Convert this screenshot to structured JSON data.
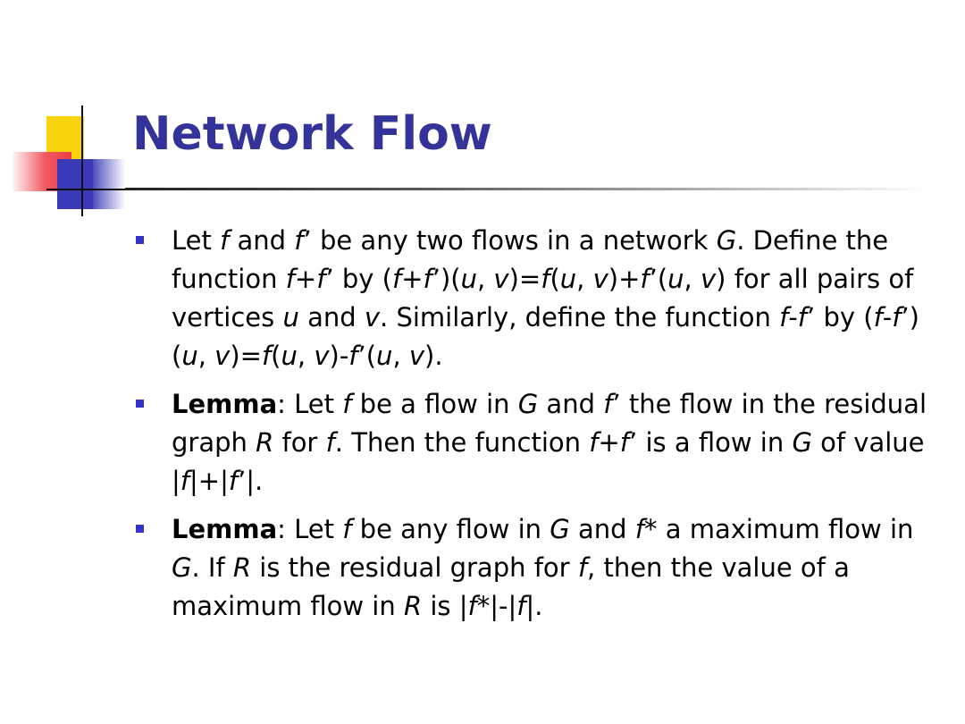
{
  "slide": {
    "title": "Network Flow",
    "bullets": [
      {
        "segments": [
          {
            "t": "Let "
          },
          {
            "t": "f",
            "i": true
          },
          {
            "t": " and "
          },
          {
            "t": "f",
            "i": true
          },
          {
            "t": "’ be any two flows in a network "
          },
          {
            "t": "G",
            "i": true
          },
          {
            "t": ". Define the function "
          },
          {
            "t": "f",
            "i": true
          },
          {
            "t": "+"
          },
          {
            "t": "f",
            "i": true
          },
          {
            "t": "’ by ("
          },
          {
            "t": "f",
            "i": true
          },
          {
            "t": "+"
          },
          {
            "t": "f",
            "i": true
          },
          {
            "t": "’)("
          },
          {
            "t": "u",
            "i": true
          },
          {
            "t": ", "
          },
          {
            "t": "v",
            "i": true
          },
          {
            "t": ")="
          },
          {
            "t": "f",
            "i": true
          },
          {
            "t": "("
          },
          {
            "t": "u",
            "i": true
          },
          {
            "t": ", "
          },
          {
            "t": "v",
            "i": true
          },
          {
            "t": ")+"
          },
          {
            "t": "f",
            "i": true
          },
          {
            "t": "’("
          },
          {
            "t": "u",
            "i": true
          },
          {
            "t": ", "
          },
          {
            "t": "v",
            "i": true
          },
          {
            "t": ") for all pairs of vertices "
          },
          {
            "t": "u",
            "i": true
          },
          {
            "t": " and "
          },
          {
            "t": "v",
            "i": true
          },
          {
            "t": ". Similarly, define the function "
          },
          {
            "t": "f",
            "i": true
          },
          {
            "t": "-"
          },
          {
            "t": "f",
            "i": true
          },
          {
            "t": "’ by ("
          },
          {
            "t": "f",
            "i": true
          },
          {
            "t": "-"
          },
          {
            "t": "f",
            "i": true
          },
          {
            "t": "’)("
          },
          {
            "t": "u",
            "i": true
          },
          {
            "t": ", "
          },
          {
            "t": "v",
            "i": true
          },
          {
            "t": ")="
          },
          {
            "t": "f",
            "i": true
          },
          {
            "t": "("
          },
          {
            "t": "u",
            "i": true
          },
          {
            "t": ", "
          },
          {
            "t": "v",
            "i": true
          },
          {
            "t": ")-"
          },
          {
            "t": "f",
            "i": true
          },
          {
            "t": "’("
          },
          {
            "t": "u",
            "i": true
          },
          {
            "t": ", "
          },
          {
            "t": "v",
            "i": true
          },
          {
            "t": ")."
          }
        ]
      },
      {
        "segments": [
          {
            "t": "Lemma",
            "b": true
          },
          {
            "t": ": Let "
          },
          {
            "t": "f",
            "i": true
          },
          {
            "t": " be a flow in "
          },
          {
            "t": "G",
            "i": true
          },
          {
            "t": " and "
          },
          {
            "t": "f",
            "i": true
          },
          {
            "t": "’ the flow in the residual graph "
          },
          {
            "t": "R",
            "i": true
          },
          {
            "t": " for "
          },
          {
            "t": "f",
            "i": true
          },
          {
            "t": ". Then the function "
          },
          {
            "t": "f",
            "i": true
          },
          {
            "t": "+"
          },
          {
            "t": "f",
            "i": true
          },
          {
            "t": "’ is a flow in "
          },
          {
            "t": "G",
            "i": true
          },
          {
            "t": " of value |"
          },
          {
            "t": "f",
            "i": true
          },
          {
            "t": "|+|"
          },
          {
            "t": "f",
            "i": true
          },
          {
            "t": "’|."
          }
        ]
      },
      {
        "segments": [
          {
            "t": "Lemma",
            "b": true
          },
          {
            "t": ": Let "
          },
          {
            "t": "f",
            "i": true
          },
          {
            "t": " be any flow in "
          },
          {
            "t": "G",
            "i": true
          },
          {
            "t": " and "
          },
          {
            "t": "f",
            "i": true
          },
          {
            "t": "*"
          },
          {
            "t": " a maximum flow in "
          },
          {
            "t": "G",
            "i": true
          },
          {
            "t": ". If "
          },
          {
            "t": "R",
            "i": true
          },
          {
            "t": " is the residual graph for "
          },
          {
            "t": "f",
            "i": true
          },
          {
            "t": ", then the value of a maximum flow in "
          },
          {
            "t": "R",
            "i": true
          },
          {
            "t": " is |"
          },
          {
            "t": "f",
            "i": true
          },
          {
            "t": "*|-|"
          },
          {
            "t": "f",
            "i": true
          },
          {
            "t": "|."
          }
        ]
      }
    ]
  },
  "colors": {
    "title": "#333399",
    "bullet": "#3333cc",
    "logo_yellow": "#f9d30b",
    "logo_red": "#ee3b47",
    "logo_blue": "#3a3ab8"
  }
}
